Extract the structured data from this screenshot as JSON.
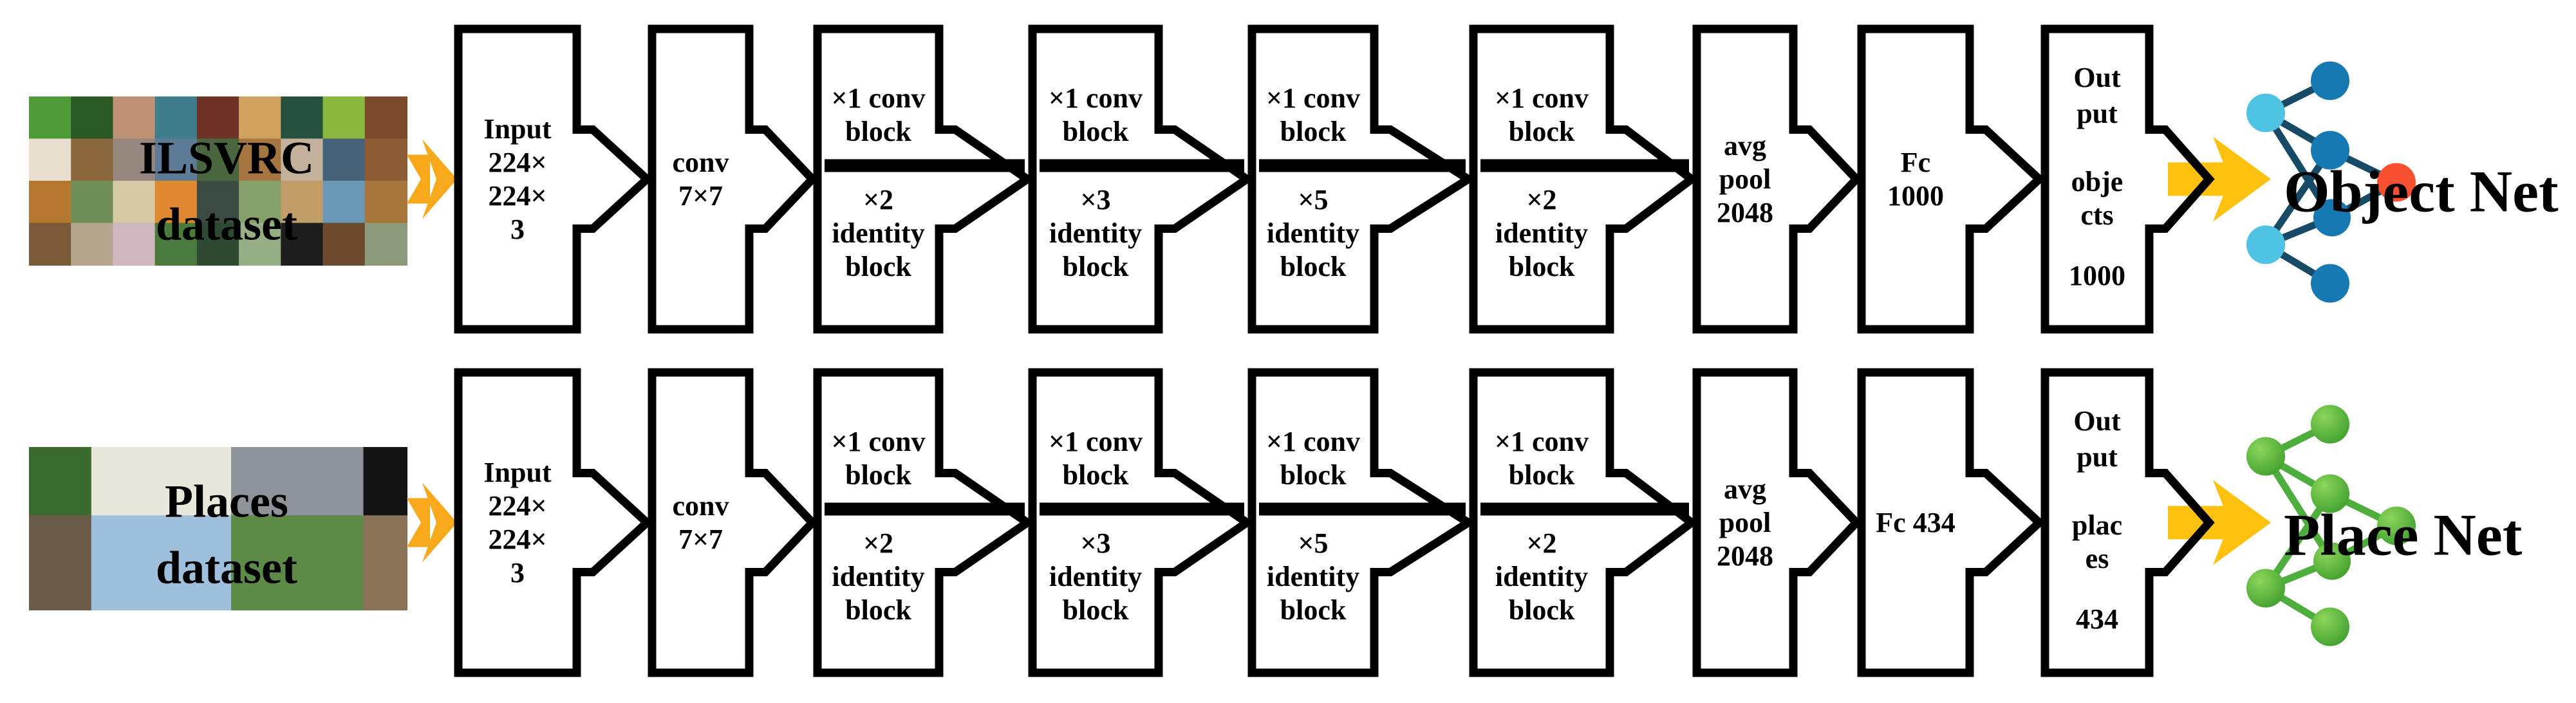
{
  "colors": {
    "background": "#ffffff",
    "block_border": "#000000",
    "block_fill": "#ffffff",
    "block_text": "#000000",
    "dataset_arrow": "#F8A81B",
    "flow_arrow": "#FEC10D",
    "net_label": "#EC1111",
    "object_net": {
      "outer_node": "#4FC3E4",
      "inner_node": "#1779B2",
      "center_node": "#F85030",
      "edge": "#164A66"
    },
    "place_net": {
      "node_light": "#8CD65A",
      "node_dark": "#3E9E2E",
      "edge": "#4DAE3B"
    }
  },
  "rows": [
    {
      "id": "object-net-pipeline",
      "dataset": {
        "label_lines": [
          "ILSVRC",
          "dataset"
        ],
        "label_color": "#FFF100",
        "collage_rows": [
          {
            "h": 0.25,
            "tiles": [
              {
                "w": 0.1111,
                "c": "#4f9a39"
              },
              {
                "w": 0.1111,
                "c": "#2c5a26"
              },
              {
                "w": 0.1111,
                "c": "#c09274"
              },
              {
                "w": 0.1111,
                "c": "#3f7d8c"
              },
              {
                "w": 0.1111,
                "c": "#6e3326"
              },
              {
                "w": 0.1111,
                "c": "#d2a35f"
              },
              {
                "w": 0.1111,
                "c": "#27513f"
              },
              {
                "w": 0.1111,
                "c": "#8ab83f"
              },
              {
                "w": 0.1112,
                "c": "#7b4a2b"
              }
            ]
          },
          {
            "h": 0.25,
            "tiles": [
              {
                "w": 0.1111,
                "c": "#e8dfcf"
              },
              {
                "w": 0.1111,
                "c": "#8a673c"
              },
              {
                "w": 0.1111,
                "c": "#97887f"
              },
              {
                "w": 0.1111,
                "c": "#5d7a96"
              },
              {
                "w": 0.1111,
                "c": "#49663f"
              },
              {
                "w": 0.1111,
                "c": "#a5763f"
              },
              {
                "w": 0.1111,
                "c": "#c3b19b"
              },
              {
                "w": 0.1111,
                "c": "#46637a"
              },
              {
                "w": 0.1112,
                "c": "#8b5c34"
              }
            ]
          },
          {
            "h": 0.25,
            "tiles": [
              {
                "w": 0.1111,
                "c": "#b5762f"
              },
              {
                "w": 0.1111,
                "c": "#6f8f56"
              },
              {
                "w": 0.1111,
                "c": "#d7c8a6"
              },
              {
                "w": 0.1111,
                "c": "#df882f"
              },
              {
                "w": 0.1111,
                "c": "#3b4b42"
              },
              {
                "w": 0.1111,
                "c": "#85a069"
              },
              {
                "w": 0.1111,
                "c": "#c19e68"
              },
              {
                "w": 0.1111,
                "c": "#6b98b5"
              },
              {
                "w": 0.1112,
                "c": "#a8763c"
              }
            ]
          },
          {
            "h": 0.25,
            "tiles": [
              {
                "w": 0.1111,
                "c": "#7a5a38"
              },
              {
                "w": 0.1111,
                "c": "#b6a68e"
              },
              {
                "w": 0.1111,
                "c": "#cfb6bf"
              },
              {
                "w": 0.1111,
                "c": "#4a7a3c"
              },
              {
                "w": 0.1111,
                "c": "#2f4a33"
              },
              {
                "w": 0.1111,
                "c": "#96ae86"
              },
              {
                "w": 0.1111,
                "c": "#1d1d1d"
              },
              {
                "w": 0.1111,
                "c": "#6d4a2e"
              },
              {
                "w": 0.1112,
                "c": "#8c9a7a"
              }
            ]
          }
        ]
      },
      "blocks": [
        {
          "name": "input",
          "lines": [
            "Input",
            "224×",
            "224×",
            "3"
          ]
        },
        {
          "name": "conv-7x7",
          "lines": [
            "conv",
            "7×7"
          ]
        },
        {
          "name": "conv-identity-1",
          "top": [
            "×1 conv",
            "block"
          ],
          "bottom": [
            "×2",
            "identity",
            "block"
          ]
        },
        {
          "name": "conv-identity-2",
          "top": [
            "×1 conv",
            "block"
          ],
          "bottom": [
            "×3",
            "identity",
            "block"
          ]
        },
        {
          "name": "conv-identity-3",
          "top": [
            "×1 conv",
            "block"
          ],
          "bottom": [
            "×5",
            "identity",
            "block"
          ]
        },
        {
          "name": "conv-identity-4",
          "top": [
            "×1 conv",
            "block"
          ],
          "bottom": [
            "×2",
            "identity",
            "block"
          ]
        },
        {
          "name": "avg-pool",
          "lines": [
            "avg",
            "pool",
            "2048"
          ]
        },
        {
          "name": "fc-1000",
          "lines": [
            "Fc",
            "1000"
          ]
        },
        {
          "name": "output-objects",
          "lines": [
            "Out",
            "put",
            "obje",
            "cts",
            "1000"
          ]
        }
      ],
      "net_label": "Object Net",
      "net_style": "object"
    },
    {
      "id": "place-net-pipeline",
      "dataset": {
        "label_lines": [
          "Places",
          "dataset"
        ],
        "label_color": "#DF1D12",
        "collage_rows": [
          {
            "h": 0.42,
            "tiles": [
              {
                "w": 0.165,
                "c": "#3a6a2e"
              },
              {
                "w": 0.37,
                "c": "#e9e6dc"
              },
              {
                "w": 0.35,
                "c": "#8e9399"
              },
              {
                "w": 0.115,
                "c": "#141414"
              }
            ]
          },
          {
            "h": 0.58,
            "tiles": [
              {
                "w": 0.165,
                "c": "#6b5c4a"
              },
              {
                "w": 0.37,
                "c": "#9fc0dc"
              },
              {
                "w": 0.35,
                "c": "#5e8a47"
              },
              {
                "w": 0.115,
                "c": "#8a7257"
              }
            ]
          }
        ]
      },
      "blocks": [
        {
          "name": "input",
          "lines": [
            "Input",
            "224×",
            "224×",
            "3"
          ]
        },
        {
          "name": "conv-7x7",
          "lines": [
            "conv",
            "7×7"
          ]
        },
        {
          "name": "conv-identity-1",
          "top": [
            "×1 conv",
            "block"
          ],
          "bottom": [
            "×2",
            "identity",
            "block"
          ]
        },
        {
          "name": "conv-identity-2",
          "top": [
            "×1 conv",
            "block"
          ],
          "bottom": [
            "×3",
            "identity",
            "block"
          ]
        },
        {
          "name": "conv-identity-3",
          "top": [
            "×1 conv",
            "block"
          ],
          "bottom": [
            "×5",
            "identity",
            "block"
          ]
        },
        {
          "name": "conv-identity-4",
          "top": [
            "×1 conv",
            "block"
          ],
          "bottom": [
            "×2",
            "identity",
            "block"
          ]
        },
        {
          "name": "avg-pool",
          "lines": [
            "avg",
            "pool",
            "2048"
          ]
        },
        {
          "name": "fc-434",
          "lines": [
            "Fc 434"
          ]
        },
        {
          "name": "output-places",
          "lines": [
            "Out",
            "put",
            "plac",
            "es",
            "434"
          ]
        }
      ],
      "net_label": "Place Net",
      "net_style": "place"
    }
  ]
}
